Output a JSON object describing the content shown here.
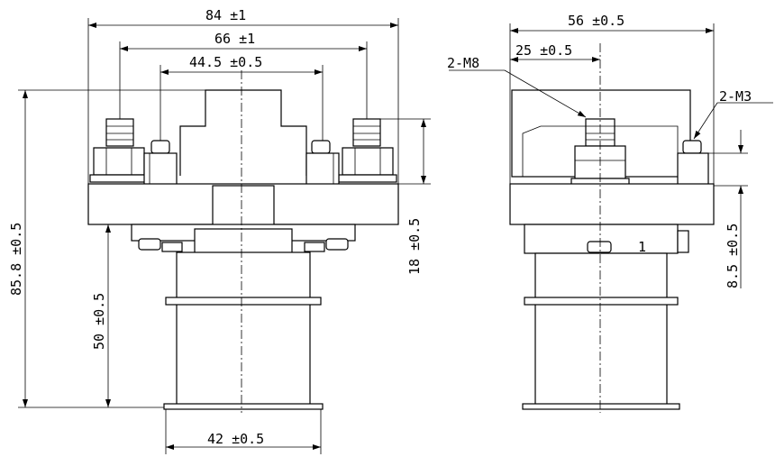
{
  "front_view": {
    "dim_overall_width": "84 ±1",
    "dim_terminal_span": "66 ±1",
    "dim_aux_span": "44.5 ±0.5",
    "dim_total_height": "85.8 ±0.5",
    "dim_body_height": "50 ±0.5",
    "dim_terminal_height": "18 ±0.5",
    "dim_base_width": "42 ±0.5"
  },
  "side_view": {
    "dim_width": "56 ±0.5",
    "dim_terminal_offset": "25 ±0.5",
    "label_m8": "2-M8",
    "label_m3": "2-M3",
    "dim_aux_height": "8.5 ±0.5",
    "marking": "1"
  },
  "colors": {
    "line": "#000000",
    "background": "#ffffff"
  }
}
